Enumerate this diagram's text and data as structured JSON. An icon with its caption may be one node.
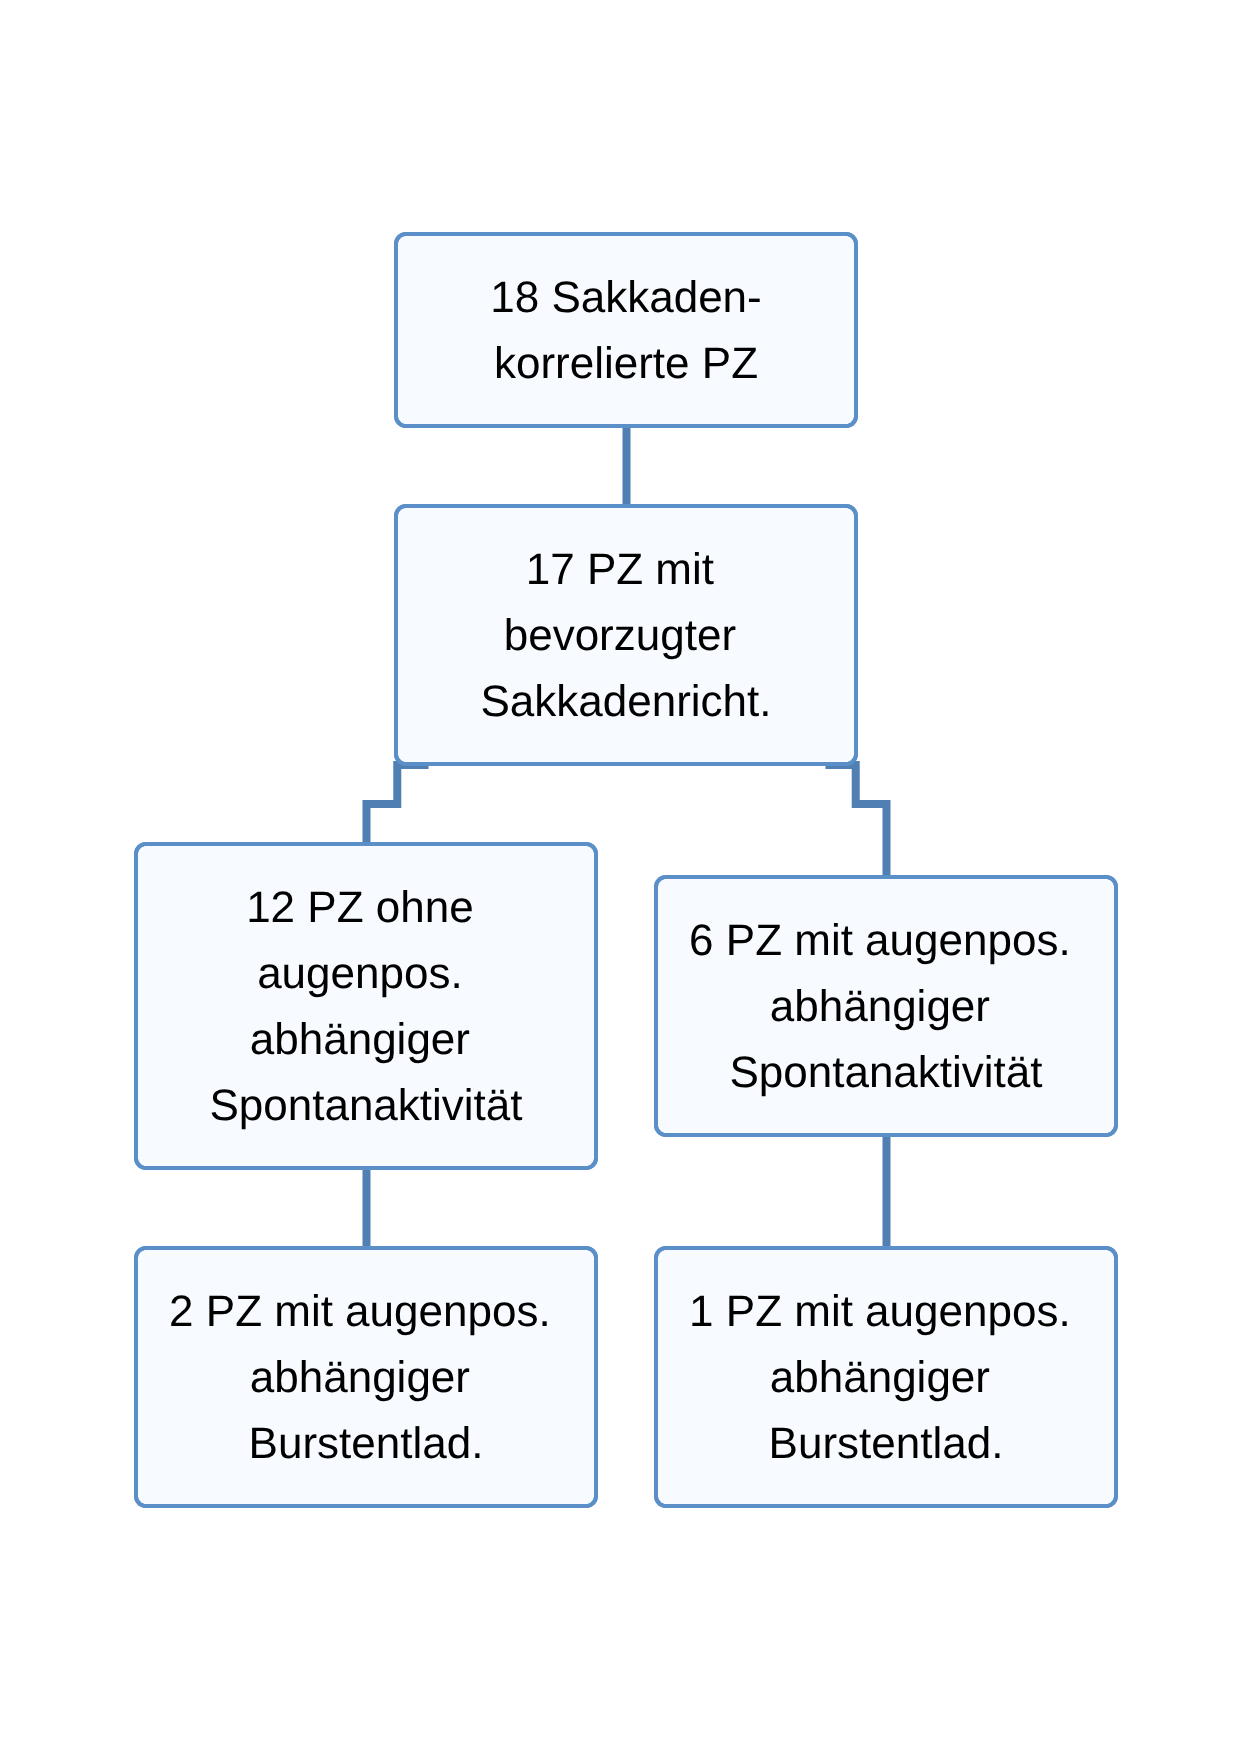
{
  "diagram": {
    "nodes": [
      {
        "text": [
          "18 Sakkaden-korrelierte PZ"
        ]
      },
      {
        "text": [
          "17 PZ mit bevorzugter Sakkadenricht."
        ]
      },
      {
        "text": [
          "12 PZ ohne augenpos. abhängiger Spontanaktivität"
        ]
      },
      {
        "text": [
          "6 PZ mit augenpos. abhängiger Spontanaktivität"
        ]
      },
      {
        "text": [
          "2 PZ mit augenpos. abhängiger Burstentlad."
        ]
      },
      {
        "text": [
          "1 PZ mit augenpos. abhängiger Burstentlad."
        ]
      }
    ],
    "edges": [
      {
        "from": 0,
        "to": 1,
        "arrow": "none"
      },
      {
        "from": 1,
        "to": 2,
        "arrow": "none"
      },
      {
        "from": 1,
        "to": 3,
        "arrow": "none"
      },
      {
        "from": 2,
        "to": 4,
        "arrow": "none"
      },
      {
        "from": 3,
        "to": 5,
        "arrow": "none"
      }
    ]
  }
}
